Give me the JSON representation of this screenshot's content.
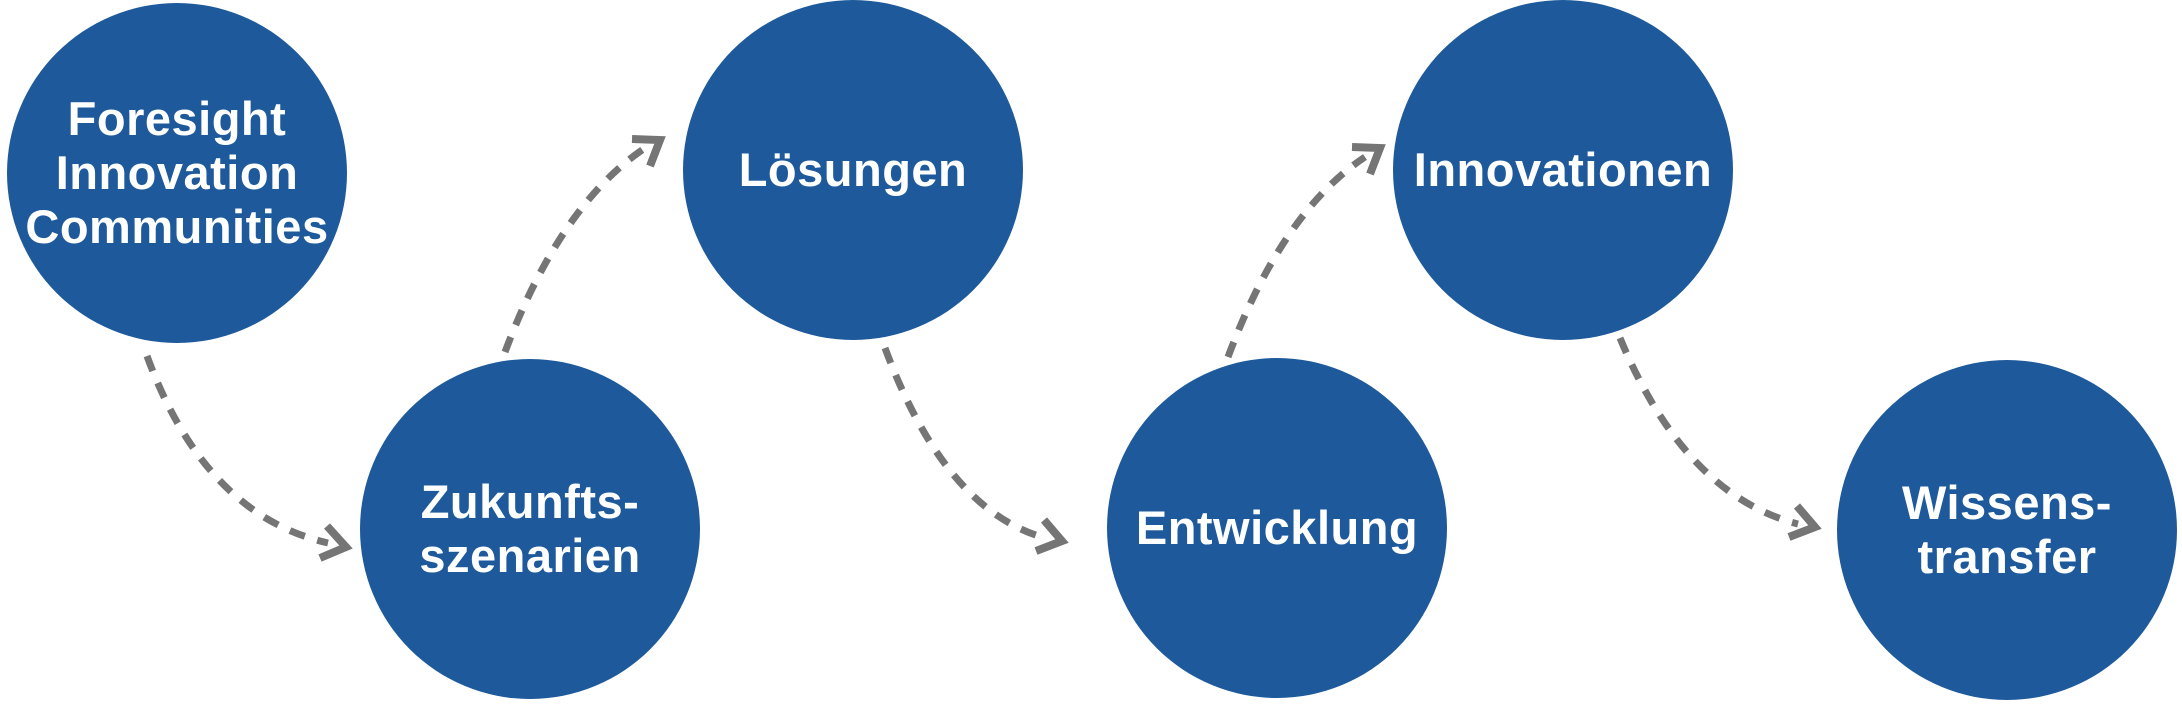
{
  "diagram": {
    "title": "Foresight Innovation Communities process",
    "colors": {
      "background": "#ffffff",
      "circle_fill": "#1e5a9b",
      "label": "#ffffff",
      "arrow": "#757575"
    },
    "steps": [
      {
        "index": 1,
        "label": "Foresight\nInnovation\nCommunities",
        "row": "top"
      },
      {
        "index": 2,
        "label": "Zukunfts-\nszenarien",
        "row": "bottom"
      },
      {
        "index": 3,
        "label": "Lösungen",
        "row": "top"
      },
      {
        "index": 4,
        "label": "Entwicklung",
        "row": "bottom"
      },
      {
        "index": 5,
        "label": "Innovationen",
        "row": "top"
      },
      {
        "index": 6,
        "label": "Wissens-\ntransfer",
        "row": "bottom"
      }
    ],
    "connectors": [
      {
        "from": "Foresight Innovation Communities",
        "to": "Zukunfts-szenarien",
        "style": "dashed-curved-arrow",
        "direction": "down-right"
      },
      {
        "from": "Zukunfts-szenarien",
        "to": "Lösungen",
        "style": "dashed-curved-arrow",
        "direction": "up-right"
      },
      {
        "from": "Lösungen",
        "to": "Entwicklung",
        "style": "dashed-curved-arrow",
        "direction": "down-right"
      },
      {
        "from": "Entwicklung",
        "to": "Innovationen",
        "style": "dashed-curved-arrow",
        "direction": "up-right"
      },
      {
        "from": "Innovationen",
        "to": "Wissenstransfer",
        "style": "dashed-curved-arrow",
        "direction": "down-right"
      }
    ]
  }
}
